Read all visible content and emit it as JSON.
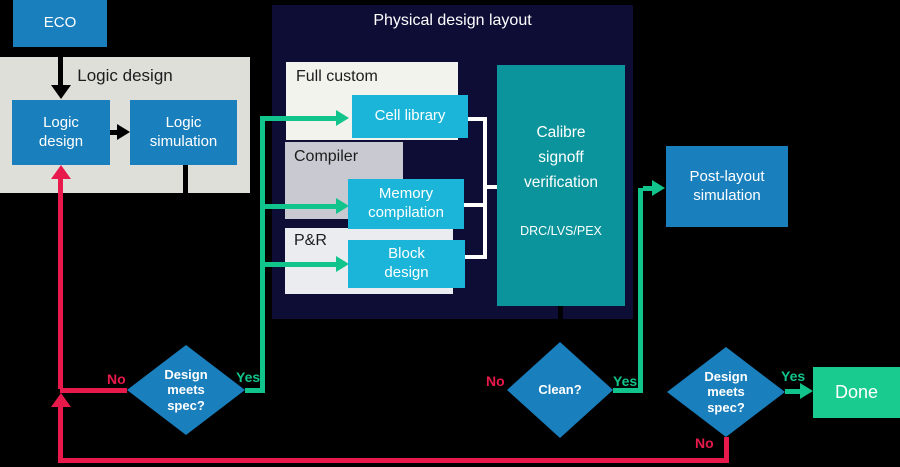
{
  "colors": {
    "background": "#000000",
    "blue": "#1a7fbd",
    "cyan": "#1ab5d8",
    "teal": "#0b949b",
    "navy": "#0d0d36",
    "green": "#11c48b",
    "done-green": "#19cb8e",
    "red": "#e8194b",
    "panel-gray": "#dfdfd9",
    "full-custom-bg": "#f3f3ee",
    "compiler-gray": "#c9c9d2",
    "pnr-gray": "#ebecf0"
  },
  "nodes": {
    "eco": {
      "label": "ECO"
    },
    "logic_group": {
      "label": "Logic design"
    },
    "logic_design": {
      "label": "Logic design"
    },
    "logic_simulation": {
      "label": "Logic simulation"
    },
    "physical_group": {
      "label": "Physical design layout"
    },
    "full_custom": {
      "label": "Full custom"
    },
    "cell_library": {
      "label": "Cell library"
    },
    "compiler": {
      "label": "Compiler"
    },
    "memory_compilation": {
      "label": "Memory compilation"
    },
    "pnr": {
      "label": "P&R"
    },
    "block_design": {
      "label": "Block design"
    },
    "calibre": {
      "label": "Calibre signoff verification",
      "sublabel": "DRC/LVS/PEX"
    },
    "post_layout": {
      "label": "Post-layout simulation"
    },
    "decision_design_left": {
      "label": "Design meets spec?"
    },
    "decision_clean": {
      "label": "Clean?"
    },
    "decision_design_right": {
      "label": "Design meets spec?"
    },
    "done": {
      "label": "Done"
    }
  },
  "edges": {
    "left_decision": {
      "yes": "Yes",
      "no": "No"
    },
    "clean_decision": {
      "yes": "Yes",
      "no": "No"
    },
    "right_decision": {
      "yes": "Yes",
      "no": "No"
    }
  }
}
